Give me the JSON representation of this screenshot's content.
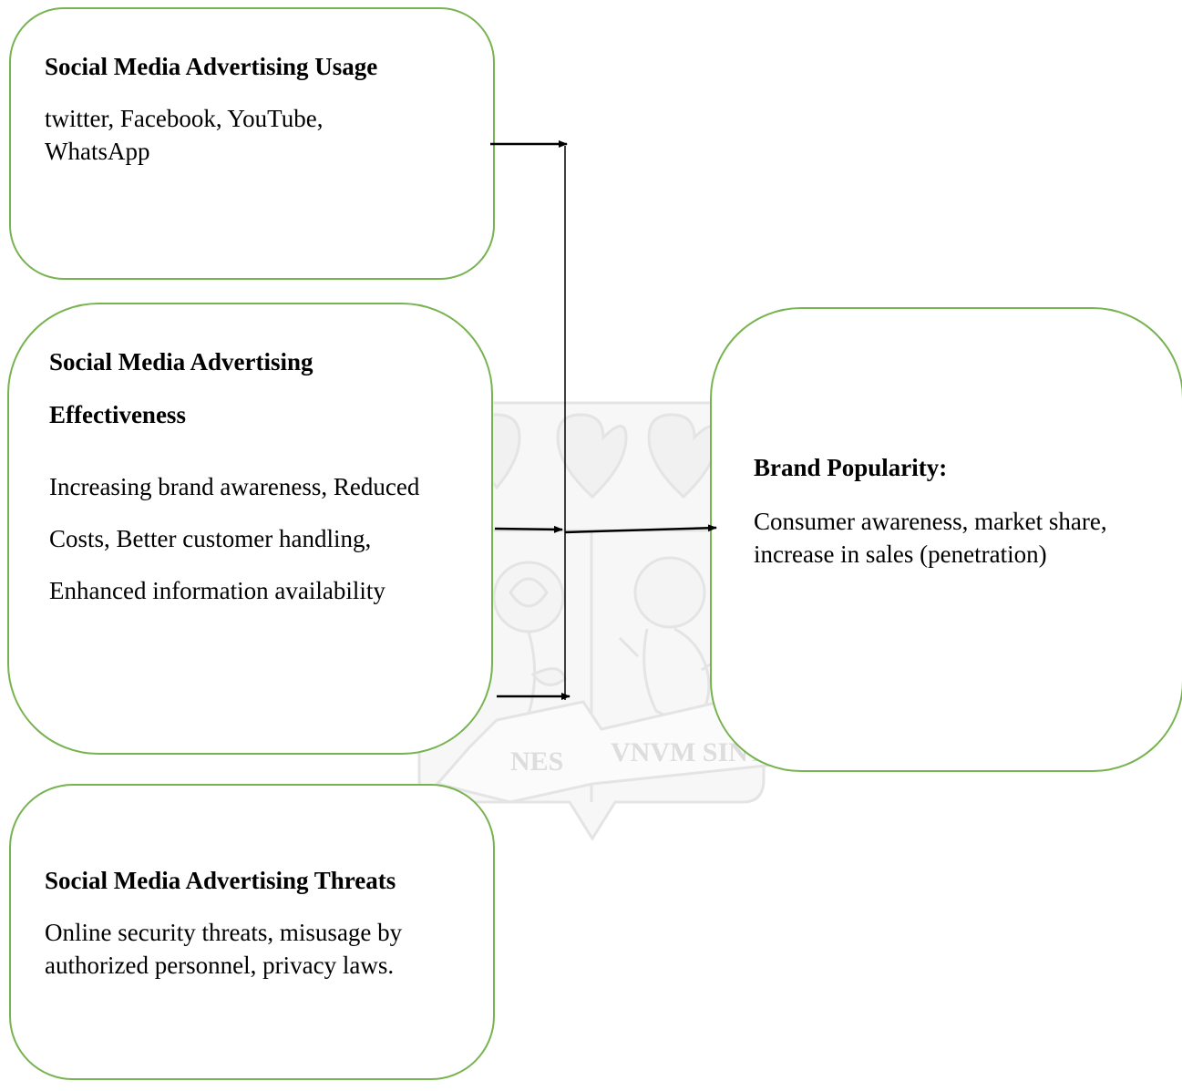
{
  "boxes": {
    "usage": {
      "title": "Social Media Advertising Usage",
      "body": "twitter, Facebook, YouTube, WhatsApp"
    },
    "effectiveness": {
      "title": "Social Media Advertising Effectiveness",
      "body": "Increasing brand awareness, Reduced Costs, Better customer handling, Enhanced information availability"
    },
    "threats": {
      "title": "Social Media Advertising Threats",
      "body": "Online security threats, misusage by authorized personnel, privacy laws."
    },
    "brand": {
      "title": "Brand Popularity:",
      "body": "Consumer awareness, market share, increase in sales (penetration)"
    }
  },
  "watermark": {
    "motto_left": "NES",
    "motto_right": "VNVM SINT"
  },
  "colors": {
    "box_border": "#77b350",
    "arrow": "#000000",
    "watermark": "#e6e6e6"
  }
}
